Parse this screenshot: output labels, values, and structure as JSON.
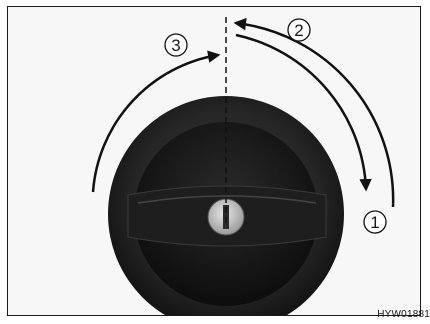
{
  "figure": {
    "image_code": "HYW01881",
    "steps": [
      {
        "number": "1"
      },
      {
        "number": "2"
      },
      {
        "number": "3"
      }
    ]
  },
  "colors": {
    "frame_border": "#1a1a1a",
    "background": "#f7f7f7",
    "knob_outer": "#262626",
    "knob_inner": "#141414",
    "arrow": "#111111",
    "lock_cylinder": "#bdbdbd"
  }
}
